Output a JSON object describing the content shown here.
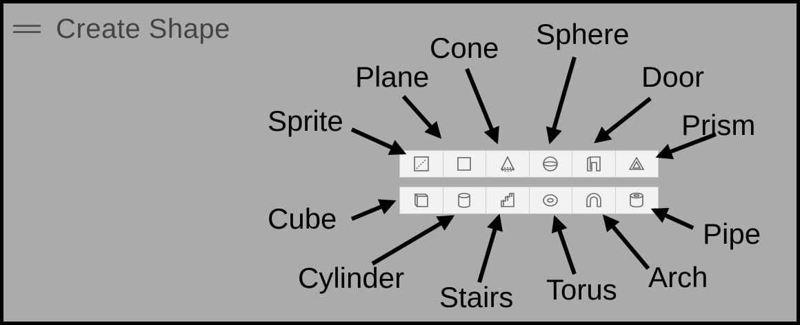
{
  "header": {
    "title": "Create Shape",
    "menu_icon": "hamburger-icon"
  },
  "toolbar": {
    "row1": [
      {
        "key": "sprite",
        "icon": "sprite-icon"
      },
      {
        "key": "plane",
        "icon": "plane-icon"
      },
      {
        "key": "cone",
        "icon": "cone-icon"
      },
      {
        "key": "sphere",
        "icon": "sphere-icon"
      },
      {
        "key": "door",
        "icon": "door-icon"
      },
      {
        "key": "prism",
        "icon": "prism-icon"
      }
    ],
    "row2": [
      {
        "key": "cube",
        "icon": "cube-icon"
      },
      {
        "key": "cylinder",
        "icon": "cylinder-icon"
      },
      {
        "key": "stairs",
        "icon": "stairs-icon"
      },
      {
        "key": "torus",
        "icon": "torus-icon"
      },
      {
        "key": "arch",
        "icon": "arch-icon"
      },
      {
        "key": "pipe",
        "icon": "pipe-icon"
      }
    ]
  },
  "labels": {
    "sprite": "Sprite",
    "plane": "Plane",
    "cone": "Cone",
    "sphere": "Sphere",
    "door": "Door",
    "prism": "Prism",
    "cube": "Cube",
    "cylinder": "Cylinder",
    "stairs": "Stairs",
    "torus": "Torus",
    "arch": "Arch",
    "pipe": "Pipe"
  },
  "colors": {
    "background": "#ababab",
    "frame": "#000000",
    "toolbar": "#f0f0f0",
    "icon_stroke": "#666666"
  }
}
